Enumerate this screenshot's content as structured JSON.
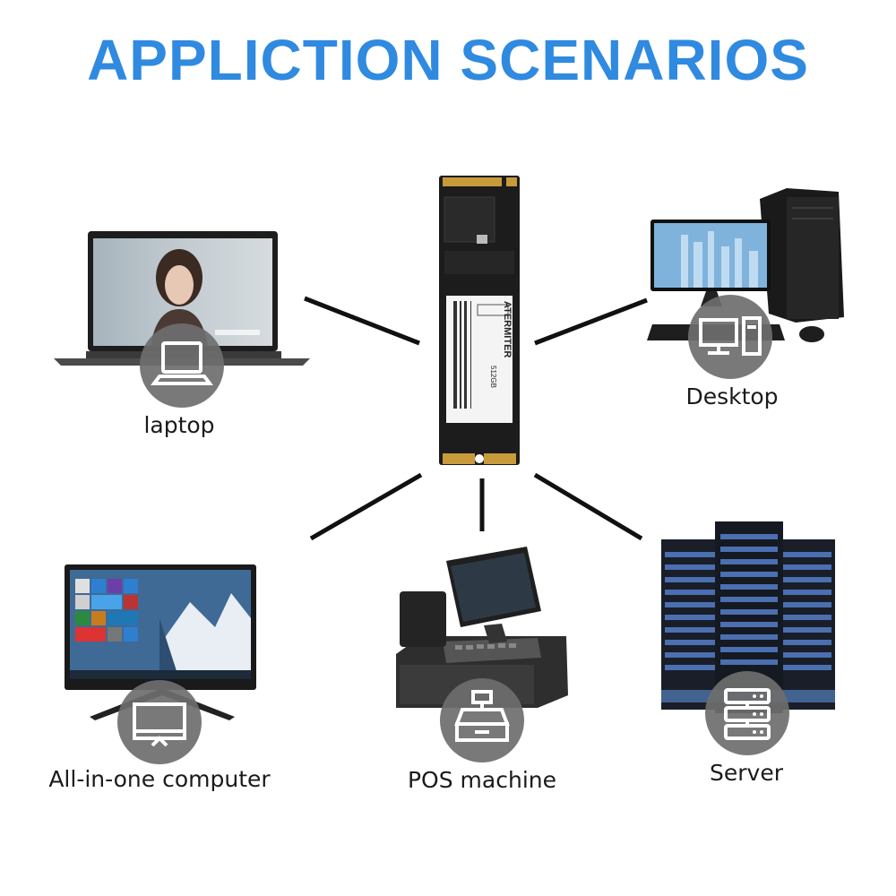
{
  "title": "APPLICTION SCENARIOS",
  "center_product": {
    "icon": "ssd-m2-icon",
    "brand": "ATERMITER",
    "capacity": "512GB"
  },
  "scenarios": [
    {
      "label": "laptop",
      "icon": "laptop-icon"
    },
    {
      "label": "Desktop",
      "icon": "desktop-icon"
    },
    {
      "label": "All-in-one computer",
      "icon": "all-in-one-icon"
    },
    {
      "label": "POS machine",
      "icon": "cash-register-icon"
    },
    {
      "label": "Server",
      "icon": "server-icon"
    }
  ],
  "colors": {
    "title": "#2f8ae0",
    "badge": "#6e6e6e",
    "line": "#111111"
  }
}
